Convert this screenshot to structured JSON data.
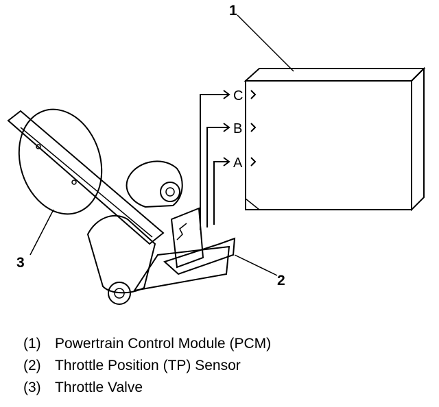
{
  "callouts": {
    "pcm": "1",
    "tp_sensor": "2",
    "throttle_valve": "3"
  },
  "pcm_pins": [
    "C",
    "B",
    "A"
  ],
  "legend": [
    {
      "num": "(1)",
      "label": "Powertrain Control Module (PCM)"
    },
    {
      "num": "(2)",
      "label": "Throttle Position (TP) Sensor"
    },
    {
      "num": "(3)",
      "label": "Throttle Valve"
    }
  ]
}
